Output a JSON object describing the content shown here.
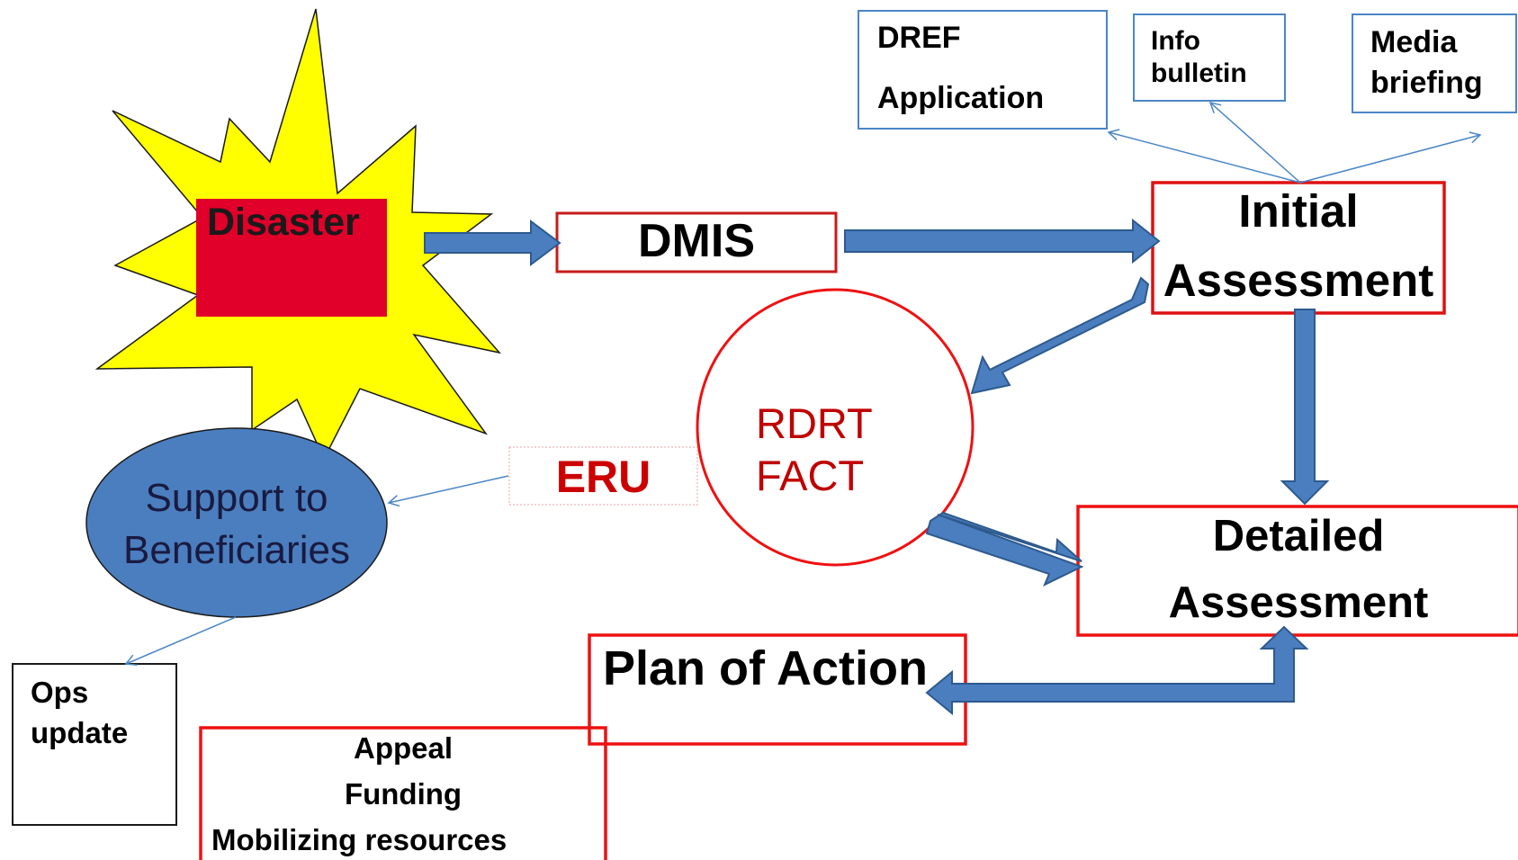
{
  "disaster": {
    "label": "Disaster"
  },
  "dmis": {
    "label": "DMIS"
  },
  "initial_assessment": {
    "line1": "Initial",
    "line2": "Assessment"
  },
  "dref": {
    "line1": "DREF",
    "line2": "Application"
  },
  "info_bulletin": {
    "line1": "Info",
    "line2": "bulletin"
  },
  "media_briefing": {
    "line1": "Media",
    "line2": "briefing"
  },
  "rdrt_fact": {
    "line1": "RDRT",
    "line2": "FACT"
  },
  "eru": {
    "label": "ERU"
  },
  "support": {
    "line1": "Support to",
    "line2": "Beneficiaries"
  },
  "detailed_assessment": {
    "line1": "Detailed",
    "line2": "Assessment"
  },
  "plan_of_action": {
    "label": "Plan of Action"
  },
  "ops_update": {
    "line1": "Ops",
    "line2": "update"
  },
  "appeal": {
    "line1": "Appeal",
    "line2": "Funding",
    "line3": "Mobilizing resources"
  },
  "colors": {
    "star_fill": "#ffff00",
    "disaster_fill": "#e0002a",
    "red_border": "#ee1111",
    "rdrt_text": "#c00000",
    "eru_text": "#cc0000",
    "blue_border": "#4a86c6",
    "arrow_fill": "#4a7ebf",
    "arrow_stroke": "#2e5a8e",
    "ellipse_fill": "#4a7ebf",
    "ellipse_text": "#1a1a40"
  }
}
